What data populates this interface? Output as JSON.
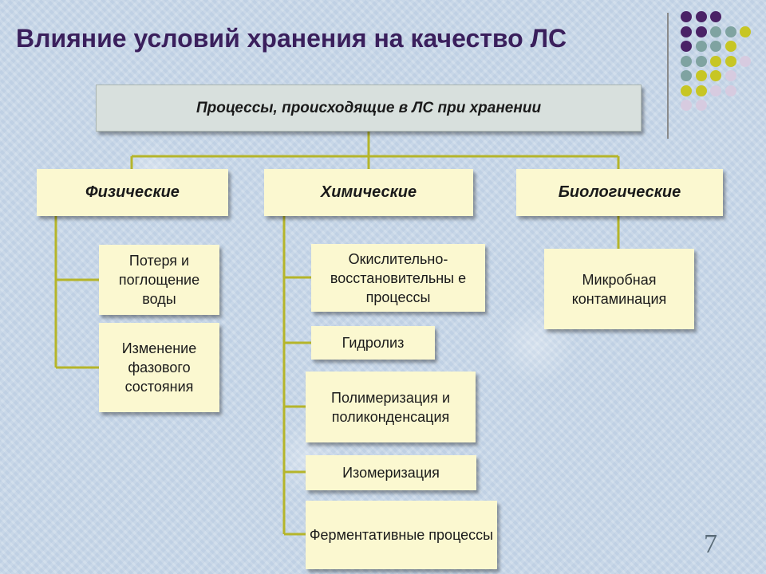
{
  "title": "Влияние условий хранения на качество ЛС",
  "slide_number": "7",
  "colors": {
    "connector": "#b5b52a",
    "dot_purple": "#4a2266",
    "dot_teal": "#7fa3a1",
    "dot_olive": "#c7c624",
    "dot_lavender": "#d7cbe0"
  },
  "decoration": {
    "dot_rows": [
      [
        "dot_purple",
        "dot_purple",
        "dot_purple"
      ],
      [
        "dot_purple",
        "dot_purple",
        "dot_teal",
        "dot_teal",
        "dot_olive"
      ],
      [
        "dot_purple",
        "dot_teal",
        "dot_teal",
        "dot_olive"
      ],
      [
        "dot_teal",
        "dot_teal",
        "dot_olive",
        "dot_olive",
        "dot_lavender"
      ],
      [
        "dot_teal",
        "dot_olive",
        "dot_olive",
        "dot_lavender"
      ],
      [
        "dot_olive",
        "dot_olive",
        "dot_lavender",
        "dot_lavender"
      ],
      [
        "dot_lavender",
        "dot_lavender"
      ]
    ]
  },
  "diagram": {
    "root": "Процессы, происходящие  в ЛС при хранении",
    "categories": [
      {
        "label": "Физические",
        "items": [
          "Потеря и поглощение воды",
          "Изменение фазового состояния"
        ]
      },
      {
        "label": "Химические",
        "items": [
          "Окислительно-восстановительны е процессы",
          "Гидролиз",
          "Полимеризация и поликонденсация",
          "Изомеризация",
          "Ферментативные процессы"
        ]
      },
      {
        "label": "Биологические",
        "items": [
          "Микробная контаминация"
        ]
      }
    ]
  }
}
